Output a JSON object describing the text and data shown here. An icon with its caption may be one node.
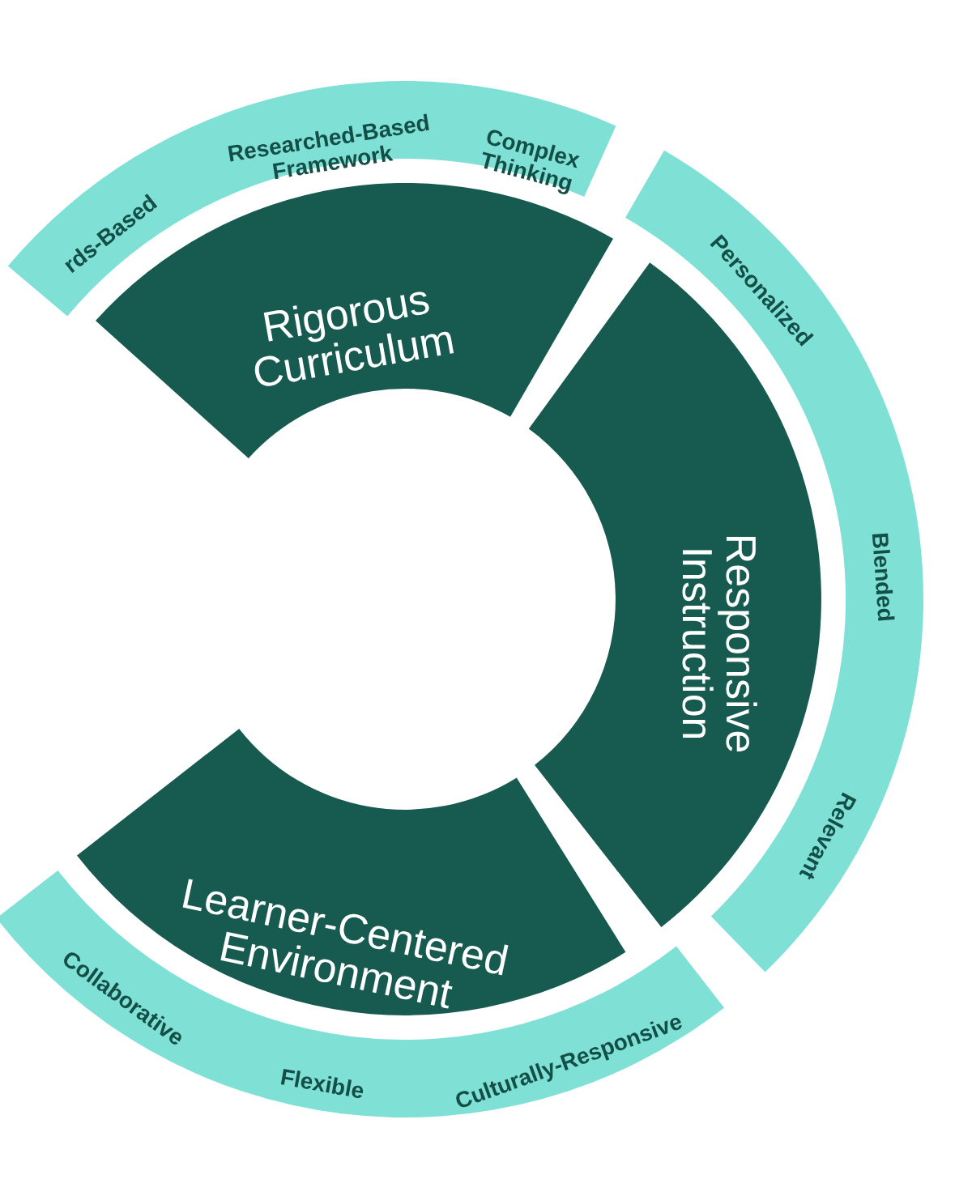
{
  "diagram": {
    "nodes": [
      {
        "text": [
          "rds-Based",
          "Researched-Based Framework",
          "Complex Thinking"
        ]
      },
      {
        "text": [
          "Rigorous Curriculum"
        ]
      },
      {
        "text": [
          "Personalized",
          "Blended",
          "Relevant"
        ]
      },
      {
        "text": [
          "Responsive Instruction"
        ]
      },
      {
        "text": [
          "Learner-Centered Environment"
        ]
      },
      {
        "text": [
          "Collaborative",
          "Flexible",
          "Culturally-Responsive"
        ]
      }
    ]
  }
}
